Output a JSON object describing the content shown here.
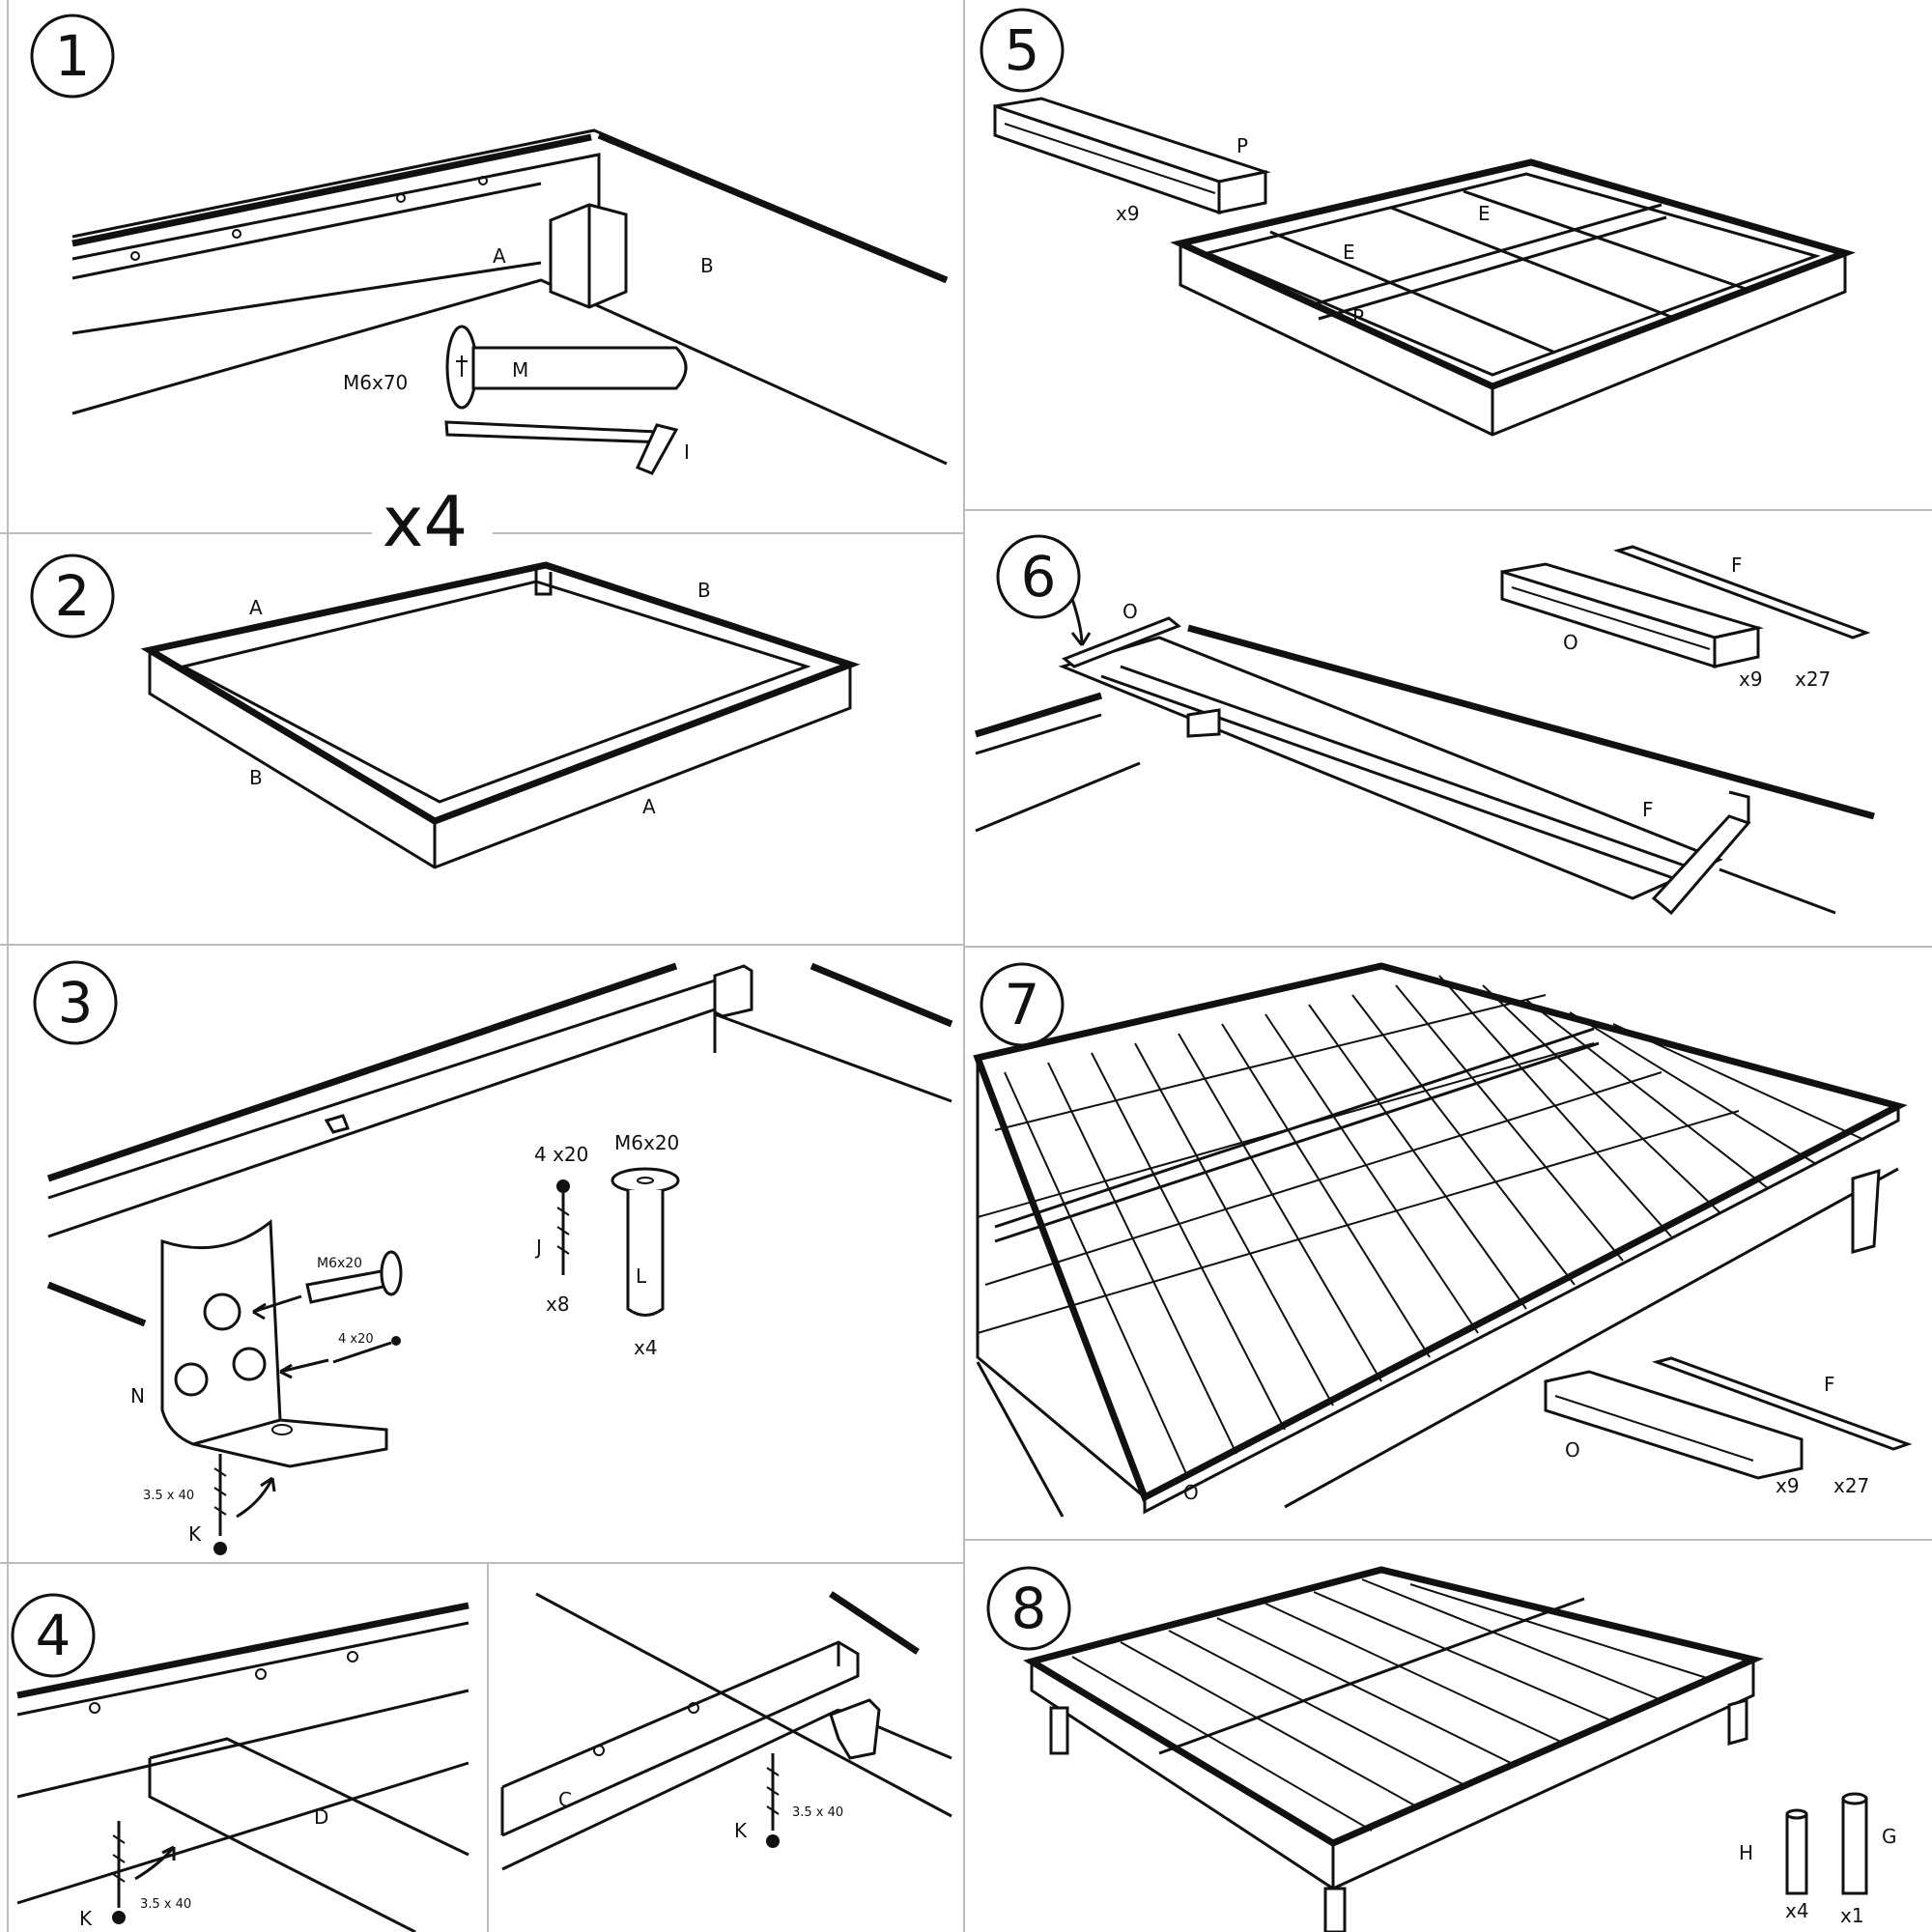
{
  "steps": [
    {
      "number": "1",
      "labels": {
        "a": "A",
        "b": "B",
        "m_size": "M6x70",
        "m": "M",
        "i": "I"
      }
    },
    {
      "number": "2",
      "labels": {
        "a_top": "A",
        "b_top": "B",
        "b_left": "B",
        "a_bottom": "A"
      }
    },
    {
      "number": "3",
      "labels": {
        "n": "N",
        "m6x20_small": "M6x20",
        "screw_4x20_small": "4 x20",
        "screw_35x40": "3.5 x 40",
        "k": "K",
        "j_size": "4 x20",
        "j": "J",
        "j_qty": "x8",
        "l_size": "M6x20",
        "l": "L",
        "l_qty": "x4"
      }
    },
    {
      "number": "4",
      "labels": {
        "d": "D",
        "k_left": "K",
        "screw_left": "3.5 x 40",
        "c": "C",
        "k_right": "K",
        "screw_right": "3.5 x 40"
      }
    },
    {
      "number": "5",
      "labels": {
        "p": "P",
        "p_qty": "x9",
        "e1": "E",
        "e2": "E",
        "p_letter": "P"
      }
    },
    {
      "number": "6",
      "labels": {
        "o_top": "O",
        "f": "F",
        "o": "O",
        "o_qty": "x9",
        "f_qty": "x27",
        "f_letter": "F"
      }
    },
    {
      "number": "7",
      "labels": {
        "f": "F",
        "o": "O",
        "o_qty": "x9",
        "f_qty": "x27",
        "o_letter": "O"
      }
    },
    {
      "number": "8",
      "labels": {
        "h": "H",
        "h_qty": "x4",
        "g": "G",
        "g_qty": "x1"
      }
    }
  ],
  "multiplier": "x4"
}
